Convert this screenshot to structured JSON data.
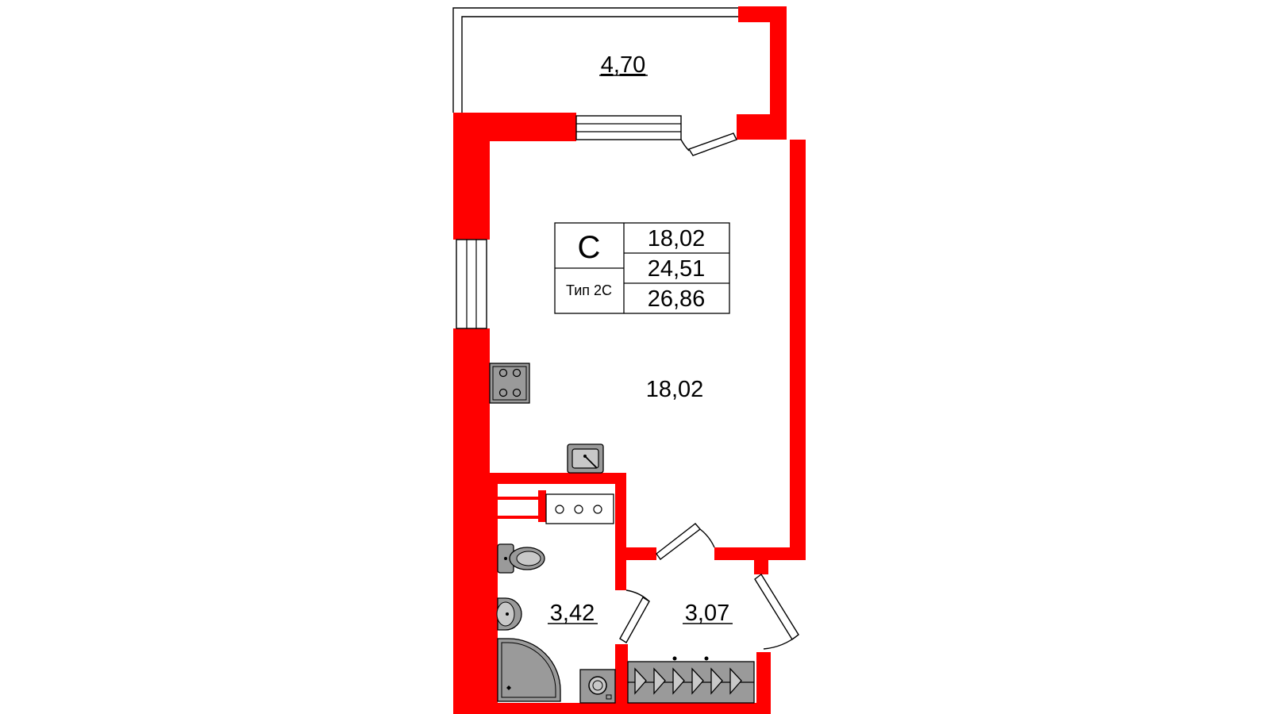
{
  "apartment": {
    "type_letter": "С",
    "type_name": "Тип 2С",
    "areas_summary": [
      "18,02",
      "24,51",
      "26,86"
    ]
  },
  "rooms": {
    "balcony": "4,70",
    "living": "18,02",
    "bathroom": "3,42",
    "hall": "3,07"
  },
  "colors": {
    "wall": "#ff0000",
    "fixture": "#9a9a9a",
    "line": "#000000"
  },
  "icons": [
    "stove-icon",
    "sink-icon",
    "washbasin-icon",
    "toilet-icon",
    "bathroom-sink-icon",
    "shower-icon",
    "washing-machine-icon",
    "wardrobe-hangers-icon"
  ]
}
